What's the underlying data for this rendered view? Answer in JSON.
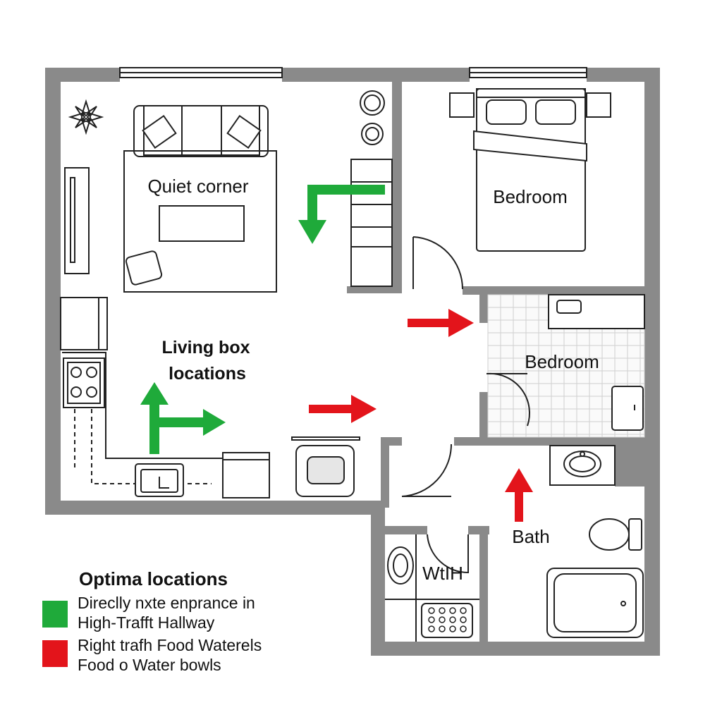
{
  "labels": {
    "quiet_corner": "Quiet corner",
    "bedroom_main": "Bedroom",
    "bedroom_tiled": "Bedroom",
    "living_line1": "Living box",
    "living_line2": "locations",
    "bath": "Bath",
    "wc": "WtIH"
  },
  "legend": {
    "title": "Optima locations",
    "green": {
      "line1": "Direclly nxte enprance in",
      "line2": "High-Trafft Hallway",
      "color": "#1faa3a"
    },
    "red": {
      "line1": "Right trafh Food Waterels",
      "line2": "Food o Water bowls",
      "color": "#e3141b"
    }
  },
  "colors": {
    "wall": "#8a8a8a",
    "green": "#1faa3a",
    "red": "#e3141b"
  }
}
